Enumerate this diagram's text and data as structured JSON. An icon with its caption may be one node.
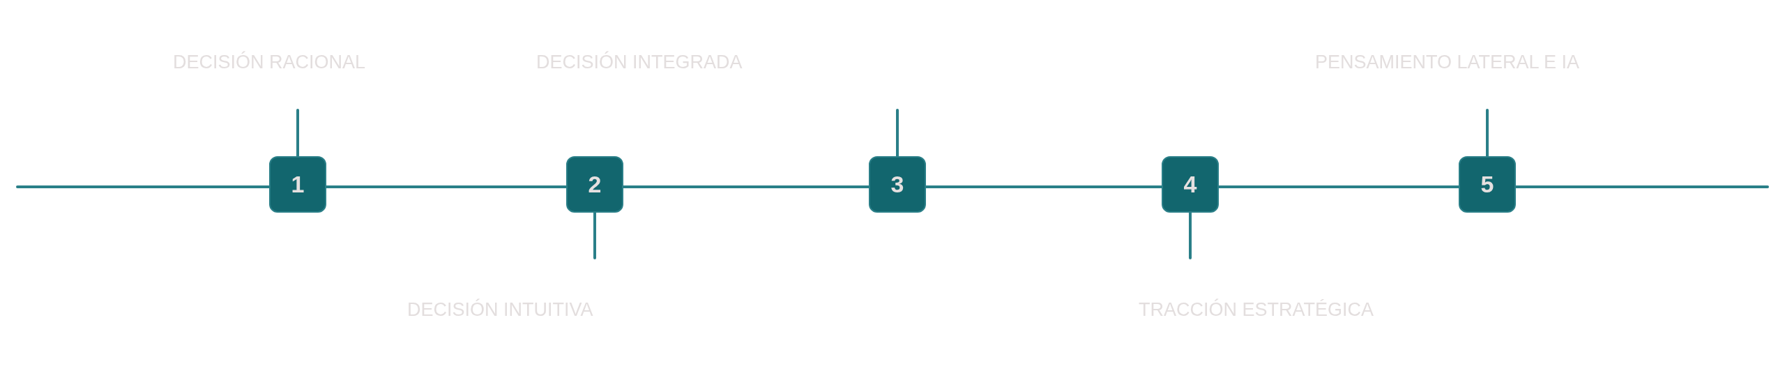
{
  "diagram": {
    "nodes": [
      {
        "text": [
          "1"
        ]
      },
      {
        "text": [
          "2"
        ]
      },
      {
        "text": [
          "3"
        ]
      },
      {
        "text": [
          "4"
        ]
      },
      {
        "text": [
          "5"
        ]
      }
    ],
    "labels": [
      "DECISIÓN RACIONAL",
      "DECISIÓN INTEGRADA",
      "PENSAMIENTO LATERAL E IA",
      "DECISIÓN INTUITIVA",
      "TRACCIÓN ESTRATÉGICA"
    ]
  }
}
